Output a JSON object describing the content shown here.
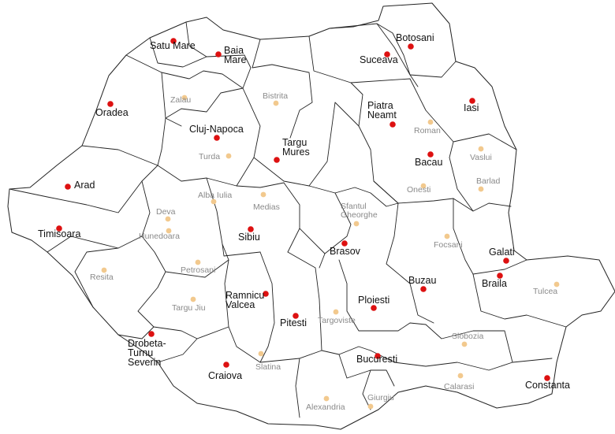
{
  "colors": {
    "major_city_dot": "#dd1111",
    "minor_city_dot": "#f2c98e",
    "major_label": "#111111",
    "minor_label": "#8a8a8a",
    "border": "#222222",
    "background": "#ffffff"
  },
  "major_cities": [
    {
      "id": "satu-mare",
      "lines": [
        "Satu Mare"
      ]
    },
    {
      "id": "baia-mare",
      "lines": [
        "Baia",
        "Mare"
      ]
    },
    {
      "id": "botosani",
      "lines": [
        "Botosani"
      ]
    },
    {
      "id": "suceava",
      "lines": [
        "Suceava"
      ]
    },
    {
      "id": "oradea",
      "lines": [
        "Oradea"
      ]
    },
    {
      "id": "piatra-neamt",
      "lines": [
        "Piatra",
        "Neamt"
      ]
    },
    {
      "id": "iasi",
      "lines": [
        "Iasi"
      ]
    },
    {
      "id": "cluj-napoca",
      "lines": [
        "Cluj-Napoca"
      ]
    },
    {
      "id": "targu-mures",
      "lines": [
        "Targu",
        "Mures"
      ]
    },
    {
      "id": "bacau",
      "lines": [
        "Bacau"
      ]
    },
    {
      "id": "arad",
      "lines": [
        "Arad"
      ]
    },
    {
      "id": "timisoara",
      "lines": [
        "Timisoara"
      ]
    },
    {
      "id": "sibiu",
      "lines": [
        "Sibiu"
      ]
    },
    {
      "id": "brasov",
      "lines": [
        "Brasov"
      ]
    },
    {
      "id": "galati",
      "lines": [
        "Galati"
      ]
    },
    {
      "id": "braila",
      "lines": [
        "Braila"
      ]
    },
    {
      "id": "buzau",
      "lines": [
        "Buzau"
      ]
    },
    {
      "id": "ramnicu-valcea",
      "lines": [
        "Ramnicu",
        "Valcea"
      ]
    },
    {
      "id": "ploiesti",
      "lines": [
        "Ploiesti"
      ]
    },
    {
      "id": "pitesti",
      "lines": [
        "Pitesti"
      ]
    },
    {
      "id": "drobeta-turnu-severin",
      "lines": [
        "Drobeta-",
        "Turnu",
        "Severin"
      ]
    },
    {
      "id": "bucuresti",
      "lines": [
        "Bucuresti"
      ]
    },
    {
      "id": "craiova",
      "lines": [
        "Craiova"
      ]
    },
    {
      "id": "constanta",
      "lines": [
        "Constanta"
      ]
    }
  ],
  "minor_cities": [
    {
      "id": "zalau",
      "lines": [
        "Zalau"
      ]
    },
    {
      "id": "bistrita",
      "lines": [
        "Bistrita"
      ]
    },
    {
      "id": "roman",
      "lines": [
        "Roman"
      ]
    },
    {
      "id": "vaslui",
      "lines": [
        "Vaslui"
      ]
    },
    {
      "id": "turda",
      "lines": [
        "Turda"
      ]
    },
    {
      "id": "onesti",
      "lines": [
        "Onesti"
      ]
    },
    {
      "id": "barlad",
      "lines": [
        "Barlad"
      ]
    },
    {
      "id": "alba-iulia",
      "lines": [
        "Alba Iulia"
      ]
    },
    {
      "id": "medias",
      "lines": [
        "Medias"
      ]
    },
    {
      "id": "sfantul-gheorghe",
      "lines": [
        "Sfantul",
        "Gheorghe"
      ]
    },
    {
      "id": "deva",
      "lines": [
        "Deva"
      ]
    },
    {
      "id": "hunedoara",
      "lines": [
        "Hunedoara"
      ]
    },
    {
      "id": "focsani",
      "lines": [
        "Focsani"
      ]
    },
    {
      "id": "resita",
      "lines": [
        "Resita"
      ]
    },
    {
      "id": "petrosani",
      "lines": [
        "Petrosani"
      ]
    },
    {
      "id": "tulcea",
      "lines": [
        "Tulcea"
      ]
    },
    {
      "id": "targu-jiu",
      "lines": [
        "Targu Jiu"
      ]
    },
    {
      "id": "targoviste",
      "lines": [
        "Targoviste"
      ]
    },
    {
      "id": "slobozia",
      "lines": [
        "Slobozia"
      ]
    },
    {
      "id": "slatina",
      "lines": [
        "Slatina"
      ]
    },
    {
      "id": "calarasi",
      "lines": [
        "Calarasi"
      ]
    },
    {
      "id": "alexandria",
      "lines": [
        "Alexandria"
      ]
    },
    {
      "id": "giurgiu",
      "lines": [
        "Giurgiu"
      ]
    }
  ]
}
